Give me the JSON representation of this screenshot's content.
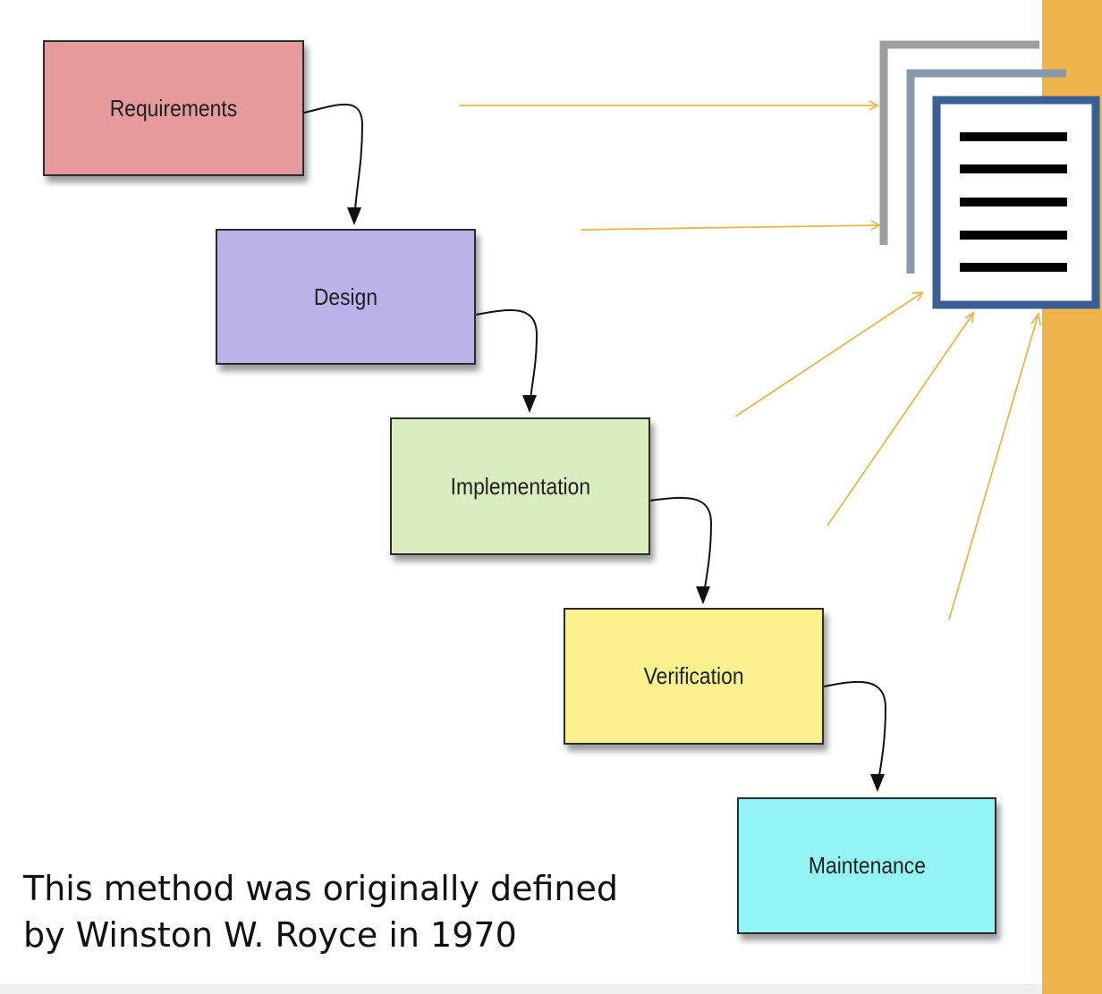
{
  "stages": [
    {
      "label": "Requirements",
      "color": "#E59A9B"
    },
    {
      "label": "Design",
      "color": "#BCB2EA"
    },
    {
      "label": "Implementation",
      "color": "#D9EDC1"
    },
    {
      "label": "Verification",
      "color": "#FBF18E"
    },
    {
      "label": "Maintenance",
      "color": "#93F5F5"
    }
  ],
  "caption": {
    "line1": "This method was originally defined",
    "line2": "by Winston W. Royce in 1970"
  },
  "icon": "document-icon",
  "colors": {
    "accent": "#EEB449",
    "pointer_arrows": "#EEB449",
    "doc_frame": "#3A5F95",
    "doc_back_frame_1": "#9E9E9E",
    "doc_back_frame_2": "#8A98AE"
  }
}
